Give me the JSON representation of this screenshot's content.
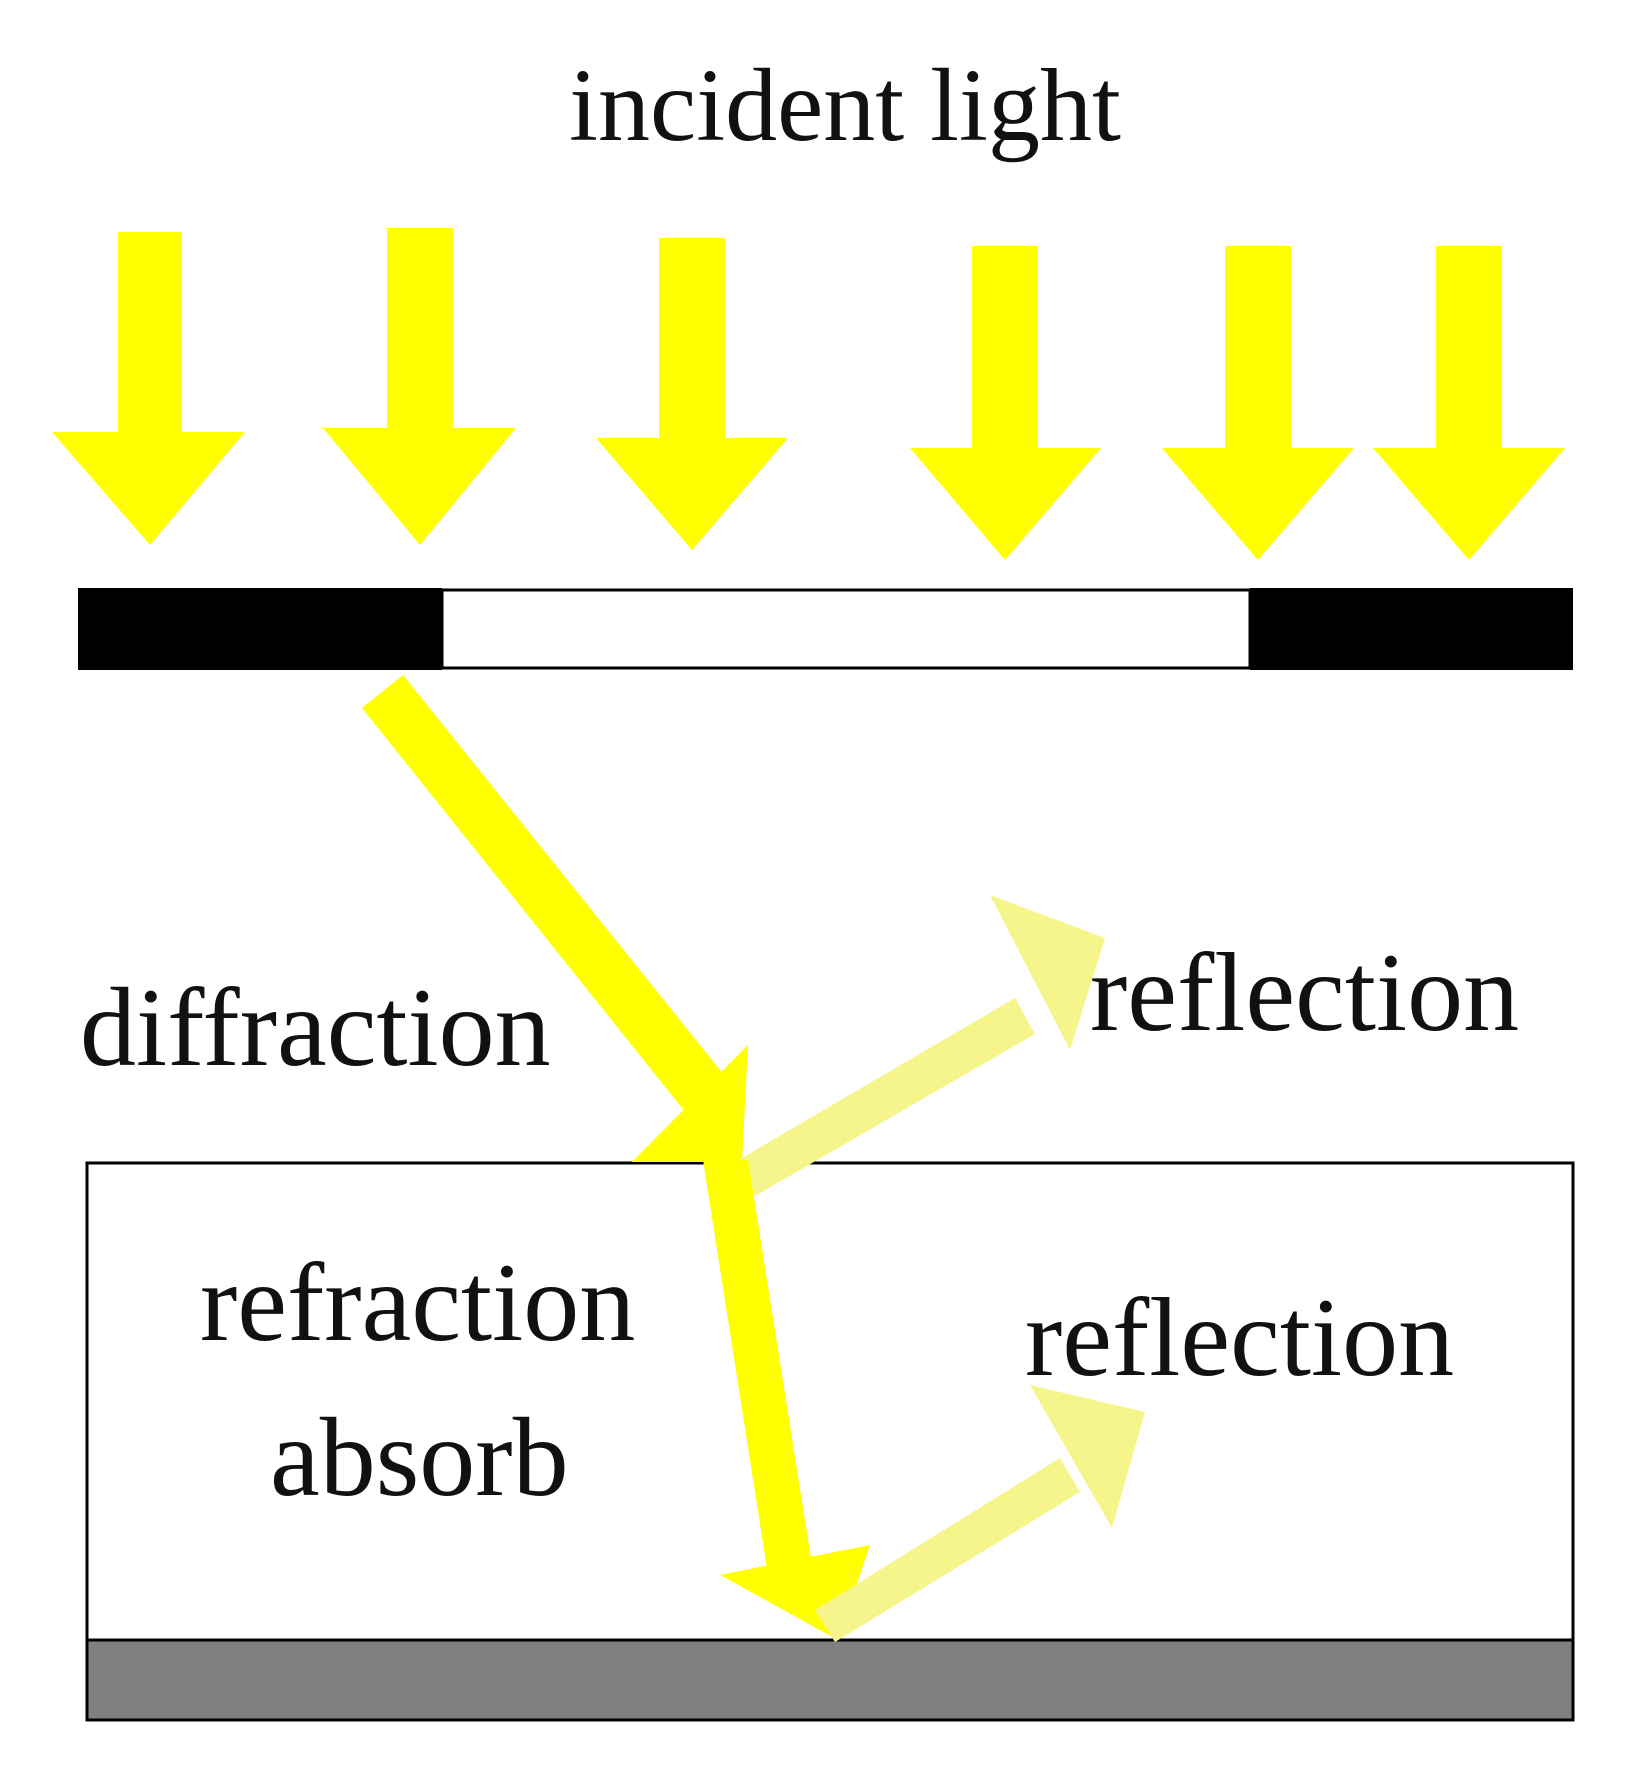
{
  "labels": {
    "incident": "incident light",
    "diffraction": "diffraction",
    "reflection_top": "reflection",
    "refraction": "refraction",
    "absorb": "absorb",
    "reflection_bottom": "reflection"
  },
  "colors": {
    "light": "#ffff00",
    "reflected_light": "#f6f58c",
    "mask_opaque": "#000000",
    "mask_opening": "#ffffff",
    "layer": "#ffffff",
    "substrate": "#808080",
    "outline": "#000000"
  },
  "incident_arrow_count": 6
}
